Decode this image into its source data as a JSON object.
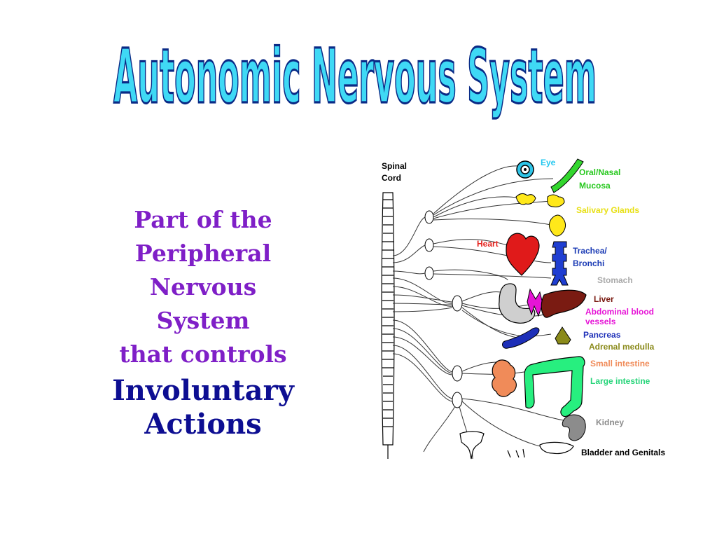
{
  "title": "Autonomic Nervous System",
  "subtitle": {
    "line1": "Part of the",
    "line2": "Peripheral",
    "line3": "Nervous",
    "line4": "System",
    "line5": "that controls",
    "line6": "Involuntary",
    "line7": "Actions"
  },
  "diagram": {
    "spinal_cord_label_1": "Spinal",
    "spinal_cord_label_2": "Cord",
    "labels": {
      "eye": "Eye",
      "oral_nasal_1": "Oral/Nasal",
      "oral_nasal_2": "Mucosa",
      "salivary": "Salivary Glands",
      "heart": "Heart",
      "trachea_1": "Trachea/",
      "trachea_2": "Bronchi",
      "stomach": "Stomach",
      "liver": "Liver",
      "abdominal_1": "Abdominal blood",
      "abdominal_2": "vessels",
      "pancreas": "Pancreas",
      "adrenal": "Adrenal medulla",
      "small_intestine": "Small intestine",
      "large_intestine": "Large intestine",
      "kidney": "Kidney",
      "bladder": "Bladder and Genitals"
    }
  },
  "colors": {
    "title_fill": "#3fd9f5",
    "title_stroke": "#0a2a86",
    "subtitle_purple": "#7f1fc7",
    "subtitle_navy": "#0d0e92"
  }
}
